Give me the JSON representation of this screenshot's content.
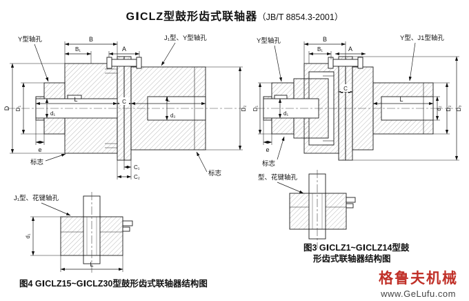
{
  "title": {
    "main": "GⅠCLZ型鼓形齿式联轴器",
    "spec": "（JB/T 8854.3-2001）"
  },
  "fig4": {
    "caption": "图4 GⅠCLZ15~GⅠCLZ30型鼓形齿式联轴器结构图",
    "labels": {
      "hole_left": "Y型轴孔",
      "hole_right": "J₁型、Y型轴孔",
      "B": "B",
      "B1": "B₁",
      "A": "A",
      "D": "D",
      "D1": "D₁",
      "D2": "D₂",
      "d1": "d₁",
      "d2": "d₂",
      "L_left": "L",
      "L_right": "L",
      "C": "C",
      "C1": "C₁",
      "C2": "C₂",
      "e": "e",
      "mark_left": "标志",
      "mark_right": "标志"
    },
    "sub": {
      "label": "J₁型、花键轴孔",
      "d1": "d₁",
      "L": "L"
    }
  },
  "fig3": {
    "caption_l1": "图3 GⅠCLZ1~GⅠCLZ14型鼓",
    "caption_l2": "形齿式联轴器结构图",
    "labels": {
      "hole_left": "Y型轴孔",
      "hole_right": "Y型、J1型轴孔",
      "B": "B",
      "B1": "B₁",
      "A": "A",
      "D1": "D₁",
      "d1": "d₁",
      "d2": "d₂",
      "D2": "D₂",
      "D3": "D₃",
      "L": "L",
      "C": "C",
      "e": "e",
      "mark": "标志"
    },
    "sub": {
      "label": "型、花键轴孔"
    }
  },
  "watermark": {
    "brand": "格鲁夫机械",
    "url": "www.GeLufu.com"
  }
}
